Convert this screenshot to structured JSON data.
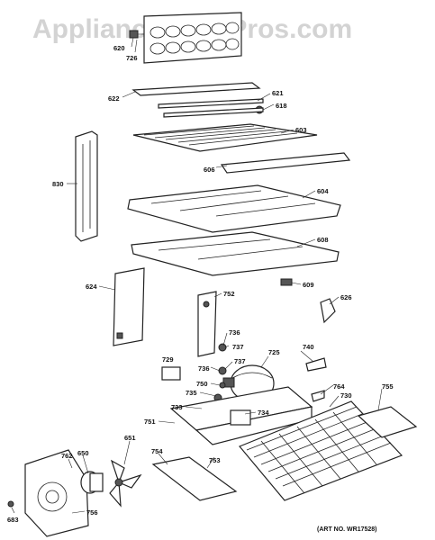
{
  "watermark": "AppliancePartsPros.com",
  "art_number": "(ART NO. WR17528)",
  "parts": {
    "p620": "620",
    "p726": "726",
    "p622": "622",
    "p621": "621",
    "p618": "618",
    "p603": "603",
    "p606": "606",
    "p830": "830",
    "p604": "604",
    "p608": "608",
    "p609": "609",
    "p624": "624",
    "p752": "752",
    "p626": "626",
    "p736a": "736",
    "p737a": "737",
    "p725": "725",
    "p740": "740",
    "p729": "729",
    "p736b": "736",
    "p737b": "737",
    "p750": "750",
    "p735": "735",
    "p764": "764",
    "p730": "730",
    "p755": "755",
    "p733": "733",
    "p734": "734",
    "p751": "751",
    "p762": "762",
    "p650": "650",
    "p651": "651",
    "p754": "754",
    "p753": "753",
    "p683": "683",
    "p756": "756"
  }
}
